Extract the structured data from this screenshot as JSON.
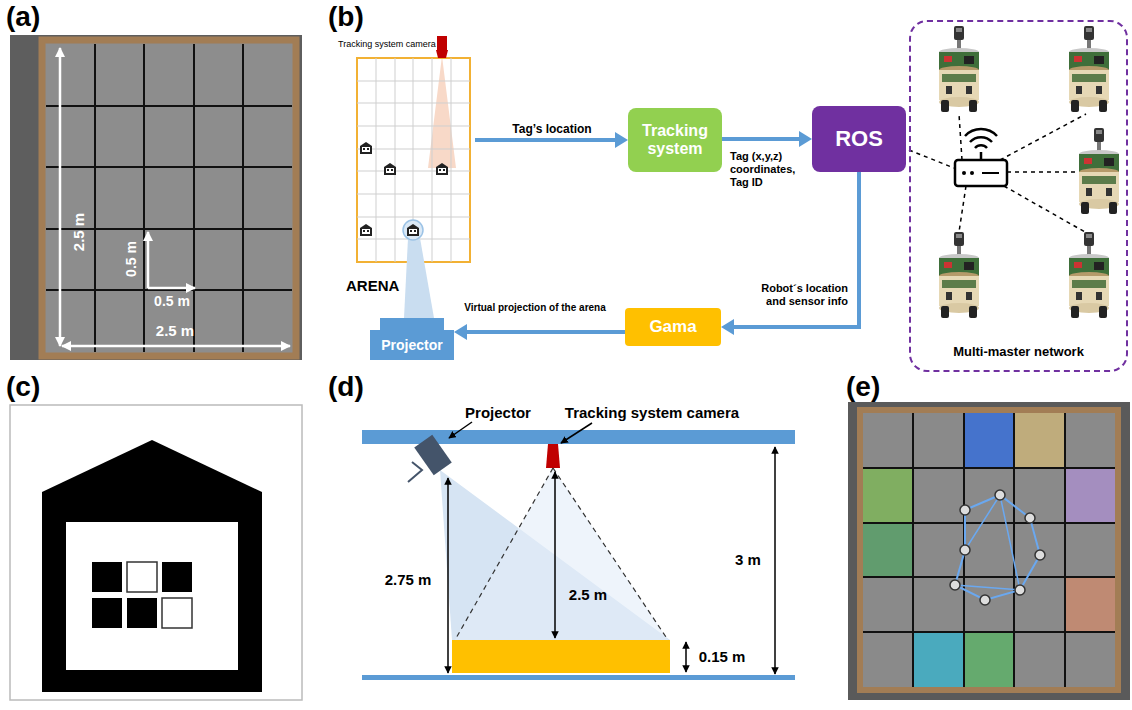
{
  "diagram": {
    "nodes": [
      {
        "text": [
          "ARENA"
        ]
      },
      {
        "text": [
          "Tracking system"
        ]
      },
      {
        "text": [
          "ROS"
        ]
      },
      {
        "text": [
          "Multi-master network"
        ]
      },
      {
        "text": [
          "Projector"
        ]
      },
      {
        "text": [
          "Gama"
        ]
      }
    ],
    "edges": [
      {
        "from": 0,
        "to": 1,
        "arrow": "to",
        "label": "Tag’s location"
      },
      {
        "from": 1,
        "to": 2,
        "arrow": "to",
        "label": "Tag (x,y,z) coordinates, Tag ID"
      },
      {
        "from": 2,
        "to": 5,
        "arrow": "to",
        "label": "Robot´s location and sensor info"
      },
      {
        "from": 5,
        "to": 4,
        "arrow": "to",
        "label": "Virtual projection of the arena"
      }
    ],
    "labels": [
      "(a)",
      "2.5 m",
      "0.5 m",
      "0.5 m",
      "2.5 m",
      "(b)",
      "Tracking system camera",
      "(c)",
      "(d)",
      "Projector",
      "Tracking system camera",
      "2.75 m",
      "2.5 m",
      "3 m",
      "0.15 m",
      "(e)"
    ]
  }
}
